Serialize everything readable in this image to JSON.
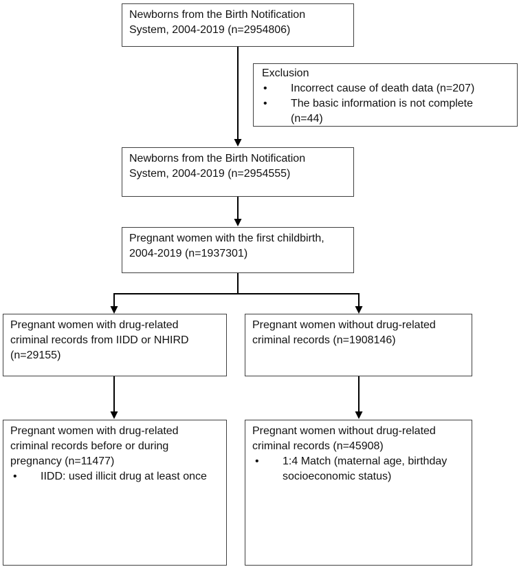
{
  "flowchart": {
    "box_newborns_initial": {
      "text": "Newborns from the Birth Notification\nSystem, 2004-2019 (n=2954806)"
    },
    "box_exclusion": {
      "title": "Exclusion",
      "bullet_glyph": "•",
      "bullets": [
        "Incorrect cause of death data (n=207)",
        "The basic information is not complete\n(n=44)"
      ]
    },
    "box_newborns_cleaned": {
      "text": "Newborns from the Birth Notification\nSystem, 2004-2019 (n=2954555)"
    },
    "box_first_childbirth": {
      "text": "Pregnant women with the first childbirth,\n2004-2019 (n=1937301)"
    },
    "box_with_drug_records": {
      "text": "Pregnant women with drug-related\ncriminal records from IIDD or NHIRD\n(n=29155)"
    },
    "box_without_drug_records": {
      "text": "Pregnant women without drug-related\ncriminal records (n=1908146)"
    },
    "box_with_records_pregnancy": {
      "text": "Pregnant women with drug-related\ncriminal records before or during\npregnancy (n=11477)",
      "bullet_glyph": "•",
      "bullets": [
        "IIDD: used illicit drug at least once"
      ]
    },
    "box_matched_controls": {
      "text": "Pregnant women without drug-related\ncriminal records (n=45908)",
      "bullet_glyph": "•",
      "bullets": [
        "1:4 Match (maternal age, birthday\nsocioeconomic status)"
      ]
    },
    "colors": {
      "border": "#3f3f3f",
      "arrow": "#000000",
      "background": "#ffffff",
      "text": "#111111"
    }
  }
}
